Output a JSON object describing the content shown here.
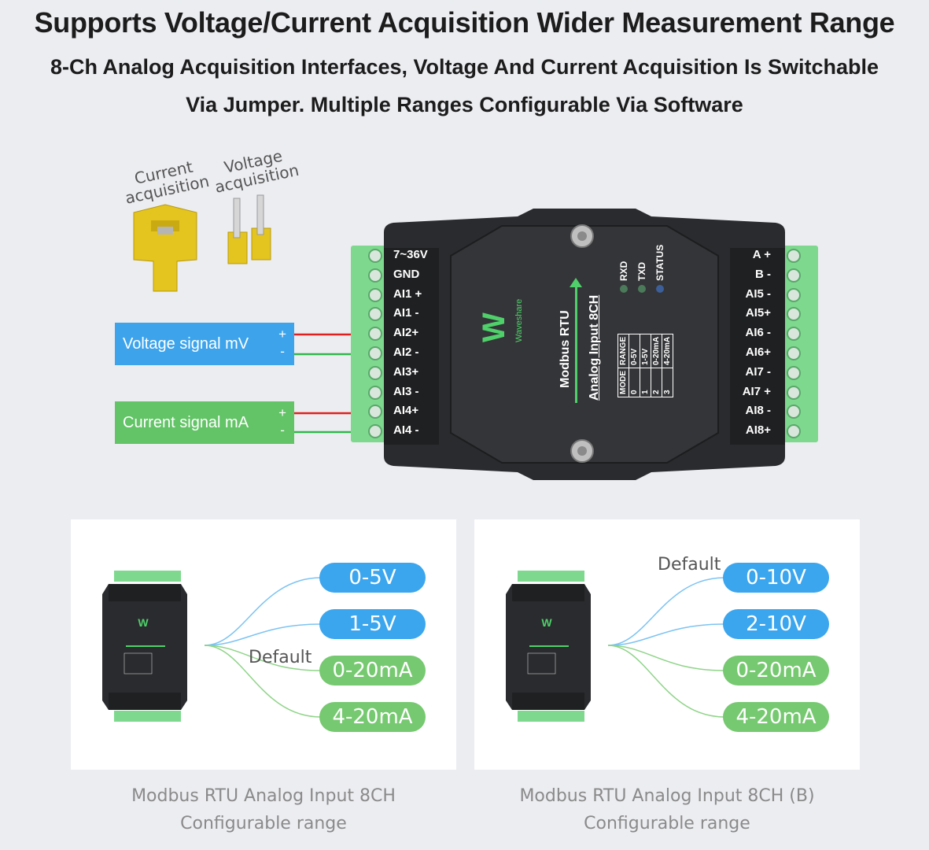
{
  "header": {
    "title": "Supports Voltage/Current Acquisition Wider Measurement Range",
    "subtitle_line1": "8-Ch Analog Acquisition Interfaces, Voltage And Current Acquisition Is Switchable",
    "subtitle_line2": "Via Jumper. Multiple Ranges Configurable Via Software"
  },
  "jumpers": {
    "current_label_1": "Current",
    "current_label_2": "acquisition",
    "voltage_label_1": "Voltage",
    "voltage_label_2": "acquisition"
  },
  "signals": {
    "voltage": {
      "label": "Voltage signal mV",
      "plus": "+",
      "minus": "-"
    },
    "current": {
      "label": "Current signal mA",
      "plus": "+",
      "minus": "-"
    }
  },
  "module": {
    "left_pins": [
      "7~36V",
      "GND",
      "AI1 +",
      "AI1 -",
      "AI2+",
      "AI2 -",
      "AI3+",
      "AI3 -",
      "AI4+",
      "AI4 -"
    ],
    "right_pins": [
      "A +",
      "B -",
      "AI5 -",
      "AI5+",
      "AI6 -",
      "AI6+",
      "AI7 -",
      "AI7 +",
      "AI8 -",
      "AI8+"
    ],
    "brand": "Waveshare",
    "logo_text": "W",
    "title_line1": "Modbus RTU",
    "title_line2": "Analog Input 8CH",
    "leds": [
      "RXD",
      "TXD",
      "STATUS"
    ],
    "table": {
      "headers": [
        "MODE",
        "RANGE"
      ],
      "rows": [
        [
          "0",
          "0-5V"
        ],
        [
          "1",
          "1-5V"
        ],
        [
          "2",
          "0-20mA"
        ],
        [
          "3",
          "4-20mA"
        ]
      ]
    }
  },
  "cards": [
    {
      "ranges": [
        "0-5V",
        "1-5V",
        "0-20mA",
        "4-20mA"
      ],
      "default_label": "Default",
      "caption_line1": "Modbus RTU Analog Input 8CH",
      "caption_line2": "Configurable range"
    },
    {
      "ranges": [
        "0-10V",
        "2-10V",
        "0-20mA",
        "4-20mA"
      ],
      "default_label": "Default",
      "caption_line1": "Modbus RTU Analog Input 8CH (B)",
      "caption_line2": "Configurable range"
    }
  ],
  "colors": {
    "voltage_box": "#3da4ec",
    "current_box": "#62c466",
    "wire_red": "#e02020",
    "wire_green": "#2fb84a",
    "pill_blue": "#3ba6ee",
    "pill_green": "#76c970",
    "terminal_green": "#7ed98e",
    "module_body": "#2a2b2e"
  }
}
